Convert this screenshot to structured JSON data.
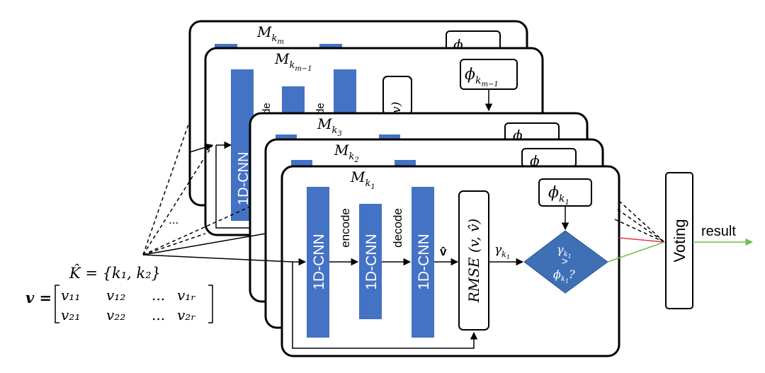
{
  "models": {
    "m_km": {
      "title": "M",
      "sub": "k",
      "subsub": "m",
      "threshold": "ϕ"
    },
    "m_km1": {
      "title": "M",
      "sub": "k",
      "subsub": "m−1",
      "threshold_sym": "ϕ",
      "threshold_sub": "k",
      "threshold_subsub": "m−1",
      "cnn1": "1D-CNN",
      "enc_partial": "de",
      "dec_partial": "de",
      "rmse_partial": "v)"
    },
    "m_k3": {
      "title": "M",
      "sub": "k",
      "subsub": "3",
      "threshold": "ϕ"
    },
    "m_k2": {
      "title": "M",
      "sub": "k",
      "subsub": "2",
      "threshold": "ϕ"
    },
    "m_k1": {
      "title": "M",
      "sub": "k",
      "subsub": "1",
      "threshold_sym": "ϕ",
      "threshold_sub": "k",
      "threshold_subsub": "1",
      "cnn1": "1D-CNN",
      "cnn2": "1D-CNN",
      "cnn3": "1D-CNN",
      "encode": "encode",
      "decode": "decode",
      "v_hat": "v̂",
      "rmse": "RMSE (v, v̂)",
      "gamma_sym": "γ",
      "gamma_sub": "k",
      "gamma_subsub": "1",
      "diamond_line1": "γ",
      "diamond_gt": ">",
      "diamond_line2": "ϕ",
      "diamond_q": "?",
      "diamond_sub": "k",
      "diamond_subsub": "1"
    }
  },
  "ellipsis": "...",
  "input": {
    "khat_line": "K̂ = {k₁, k₂}",
    "v_label": "v =",
    "row1": [
      "v₁₁",
      "v₁₂",
      "...",
      "v₁ᵣ"
    ],
    "row2": [
      "v₂₁",
      "v₂₂",
      "...",
      "v₂ᵣ"
    ]
  },
  "voting": {
    "label": "Voting",
    "result": "result"
  },
  "colors": {
    "block_blue": "#4472C4",
    "diamond_blue": "#3F6FB5",
    "line_red": "#E0393E",
    "line_green": "#6BBF4E",
    "stroke": "#000000"
  }
}
